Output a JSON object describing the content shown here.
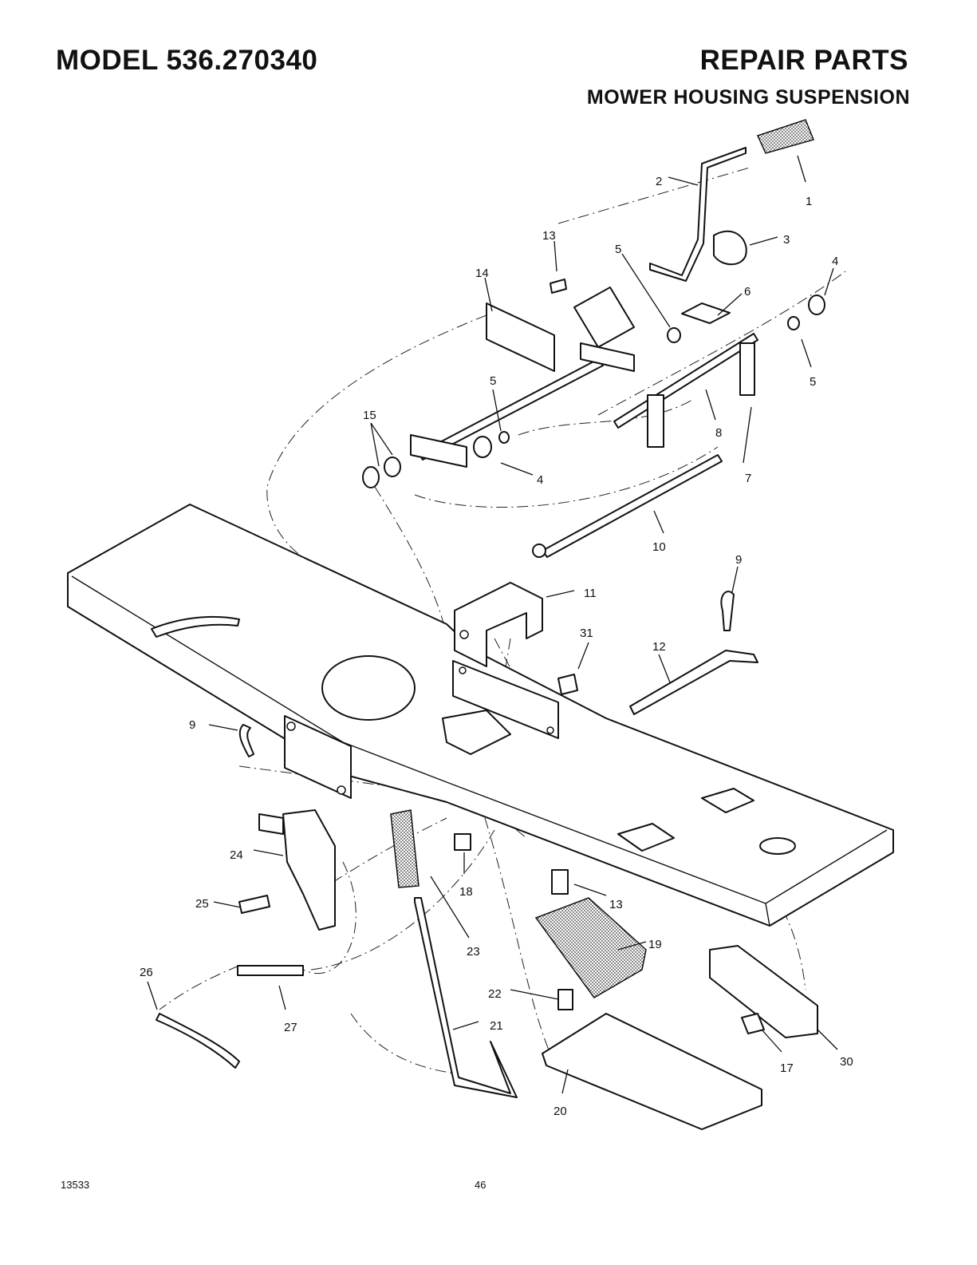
{
  "header": {
    "model": "MODEL 536.270340",
    "title": "REPAIR PARTS",
    "section": "MOWER HOUSING SUSPENSION"
  },
  "footer": {
    "doc_number": "13533",
    "page_number": "46"
  },
  "callouts": {
    "c1": "1",
    "c2": "2",
    "c3": "3",
    "c4a": "4",
    "c4b": "4",
    "c5a": "5",
    "c5b": "5",
    "c5c": "5",
    "c6": "6",
    "c7": "7",
    "c8": "8",
    "c9a": "9",
    "c9b": "9",
    "c10": "10",
    "c11": "11",
    "c12": "12",
    "c13a": "13",
    "c13b": "13",
    "c14": "14",
    "c15": "15",
    "c17": "17",
    "c18": "18",
    "c19": "19",
    "c20": "20",
    "c21": "21",
    "c22": "22",
    "c23": "23",
    "c24": "24",
    "c25": "25",
    "c26": "26",
    "c27": "27",
    "c30": "30",
    "c31": "31"
  }
}
